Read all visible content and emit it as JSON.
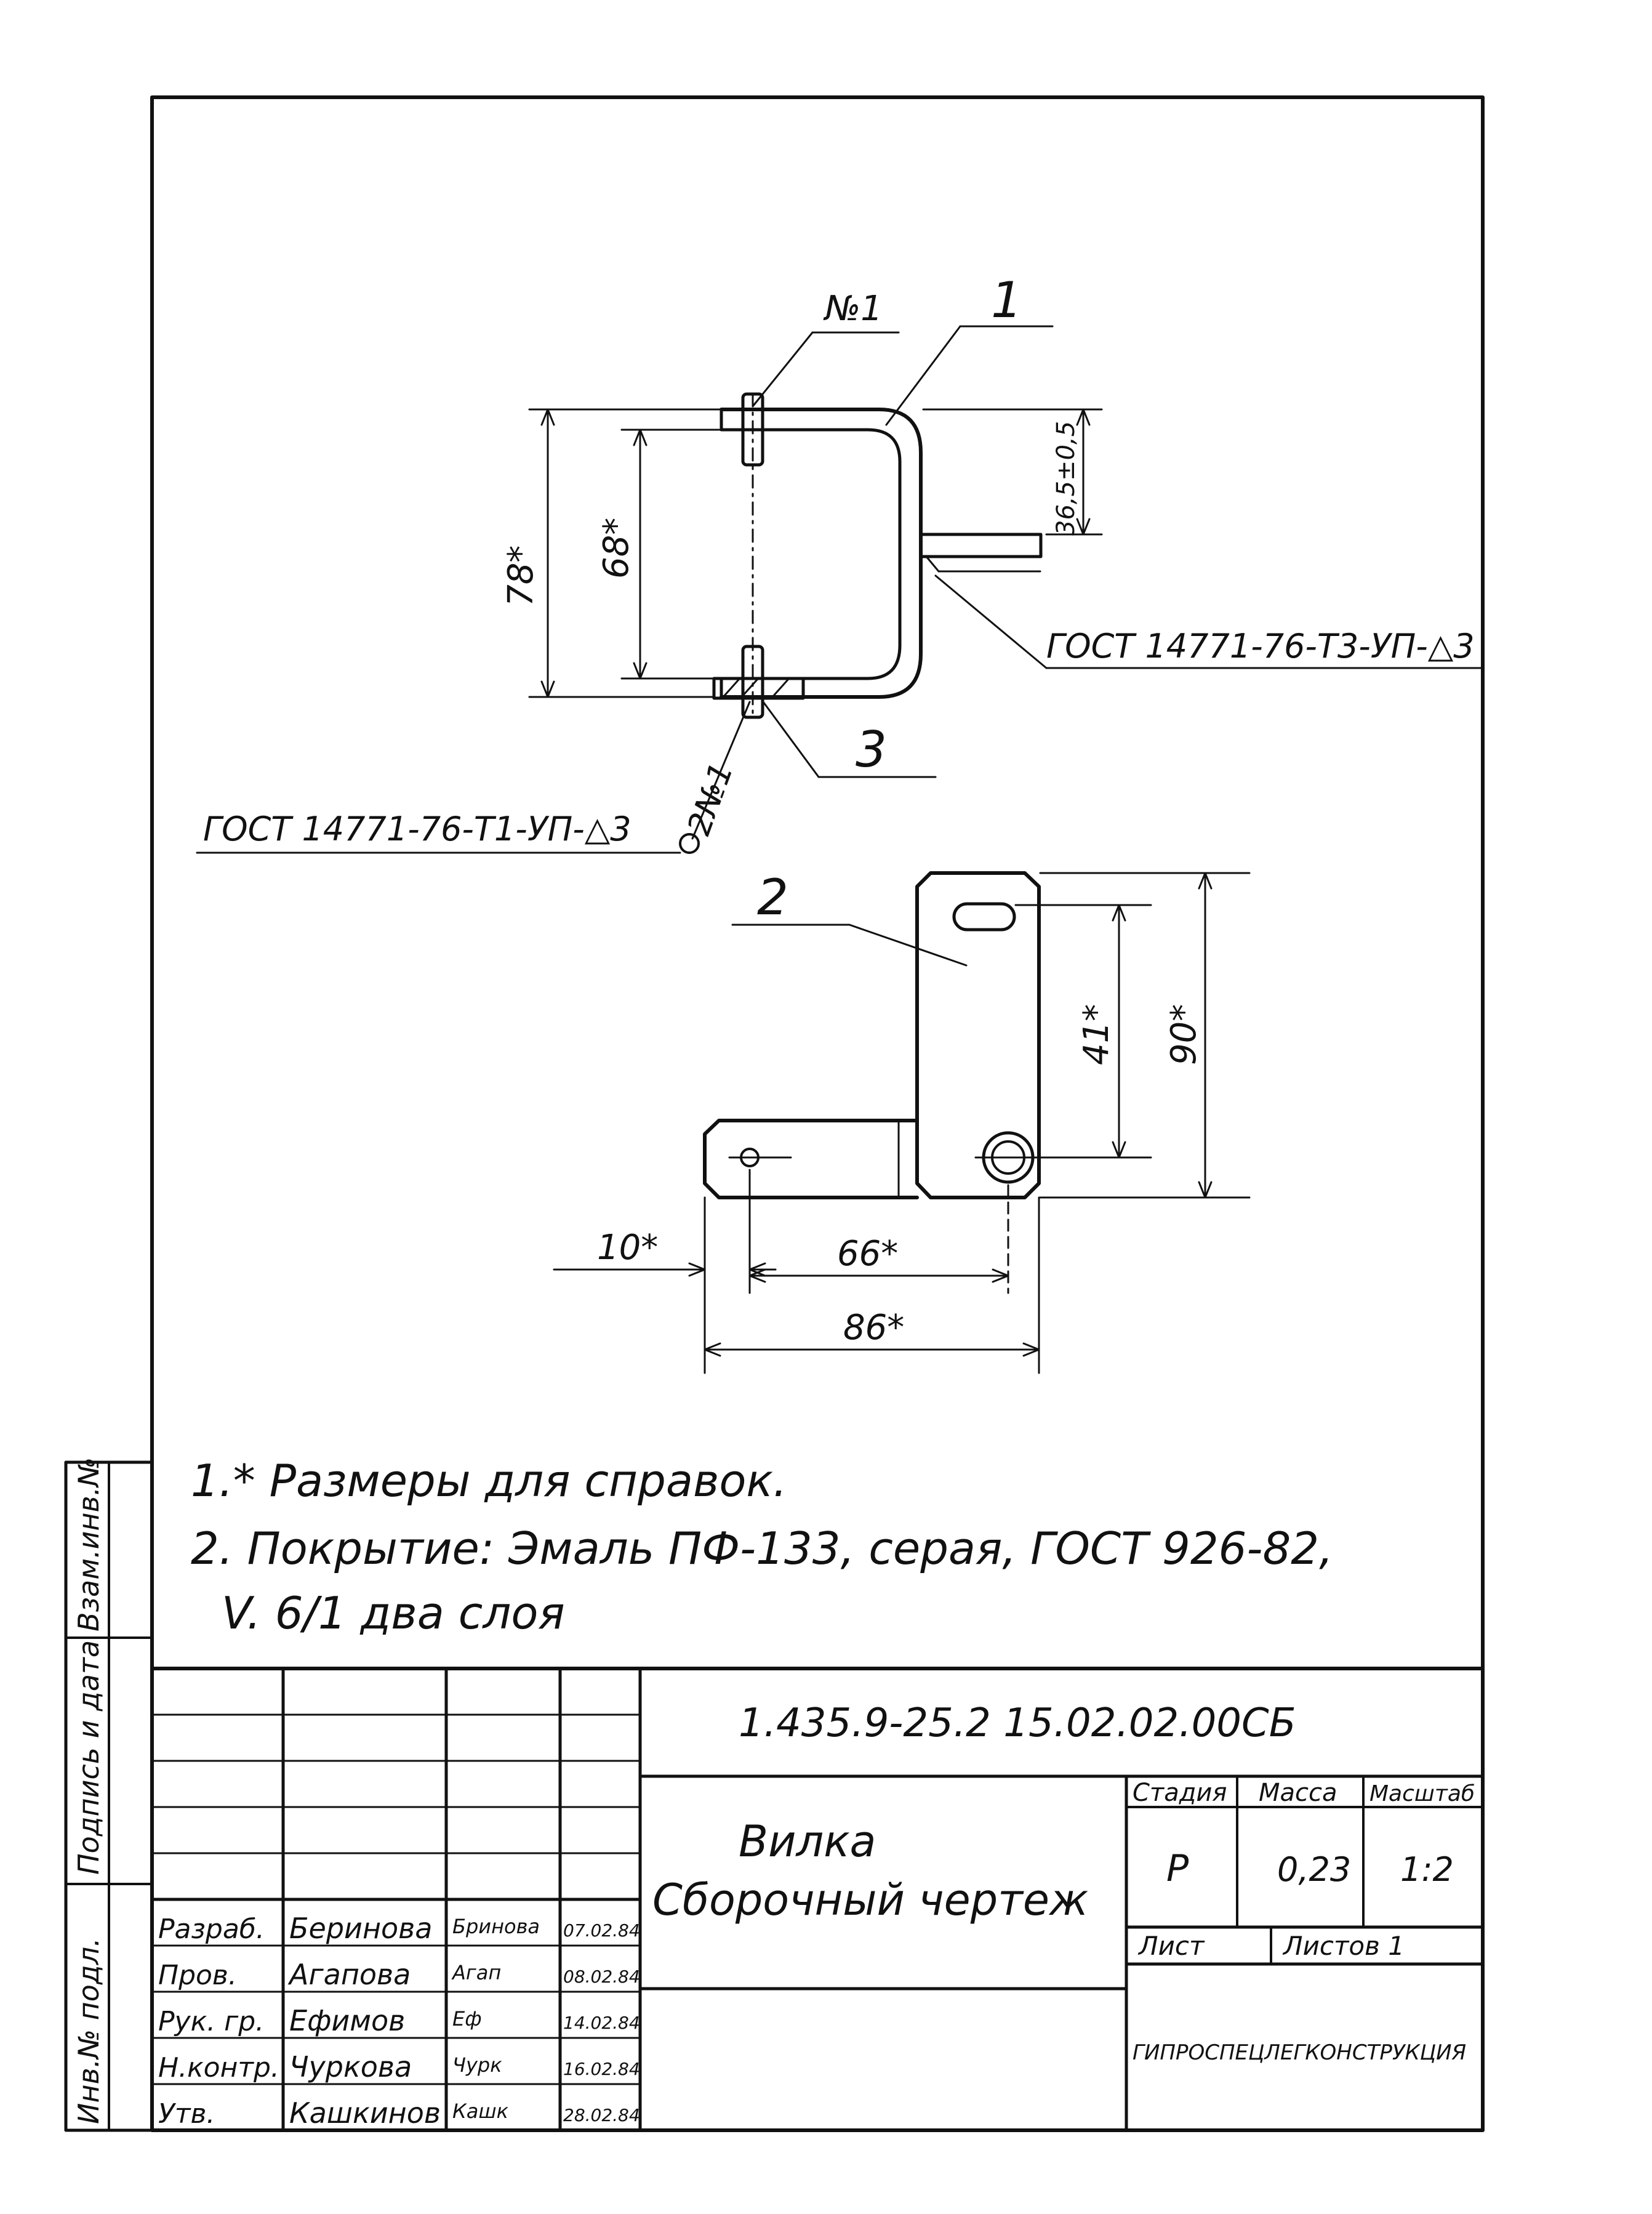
{
  "drawing": {
    "balloons": {
      "part1": "1",
      "part2": "2",
      "part3": "3"
    },
    "weld_number_top": "№1",
    "weld_number_bottom": "2№1",
    "weld_symbols": {
      "right": "ГОСТ 14771-76-Т3-УП-△3",
      "left": "ГОСТ 14771-76-Т1-УП-△3"
    },
    "dimensions": {
      "top_outer_height": "78*",
      "top_inner_height": "68*",
      "top_offset": "36,5±0,5",
      "plate_hole_spacing": "41*",
      "plate_height": "90*",
      "left_offset": "10*",
      "hole_to_hole": "66*",
      "overall_width": "86*"
    }
  },
  "notes": {
    "line1": "1.* Размеры для справок.",
    "line2": "2. Покрытие: Эмаль ПФ-133, серая, ГОСТ 926-82,",
    "line3": "V. 6/1 два слоя"
  },
  "side_stamp": {
    "vzam_inv": "Взам.инв.№",
    "sign_date": "Подпись и дата",
    "inv_podl": "Инв.№ подл."
  },
  "title_block": {
    "designation": "1.435.9-25.2  15.02.02.00СБ",
    "name_line1": "Вилка",
    "name_line2": "Сборочный чертеж",
    "stage_label": "Стадия",
    "mass_label": "Масса",
    "scale_label": "Масштаб",
    "stage": "Р",
    "mass": "0,23",
    "scale": "1:2",
    "sheet_label": "Лист",
    "sheets_label": "Листов 1",
    "org": "ГИПРОСПЕЦЛЕГКОНСТРУКЦИЯ",
    "signers": [
      {
        "role": "Разраб.",
        "name": "Беринова",
        "sign": "Бринова",
        "date": "07.02.84"
      },
      {
        "role": "Пров.",
        "name": "Агапова",
        "sign": "Агап",
        "date": "08.02.84"
      },
      {
        "role": "Рук. гр.",
        "name": "Ефимов",
        "sign": "Еф",
        "date": "14.02.84"
      },
      {
        "role": "Н.контр.",
        "name": "Чуркова",
        "sign": "Чурк",
        "date": "16.02.84"
      },
      {
        "role": "Утв.",
        "name": "Кашкинов",
        "sign": "Кашк",
        "date": "28.02.84"
      }
    ]
  }
}
